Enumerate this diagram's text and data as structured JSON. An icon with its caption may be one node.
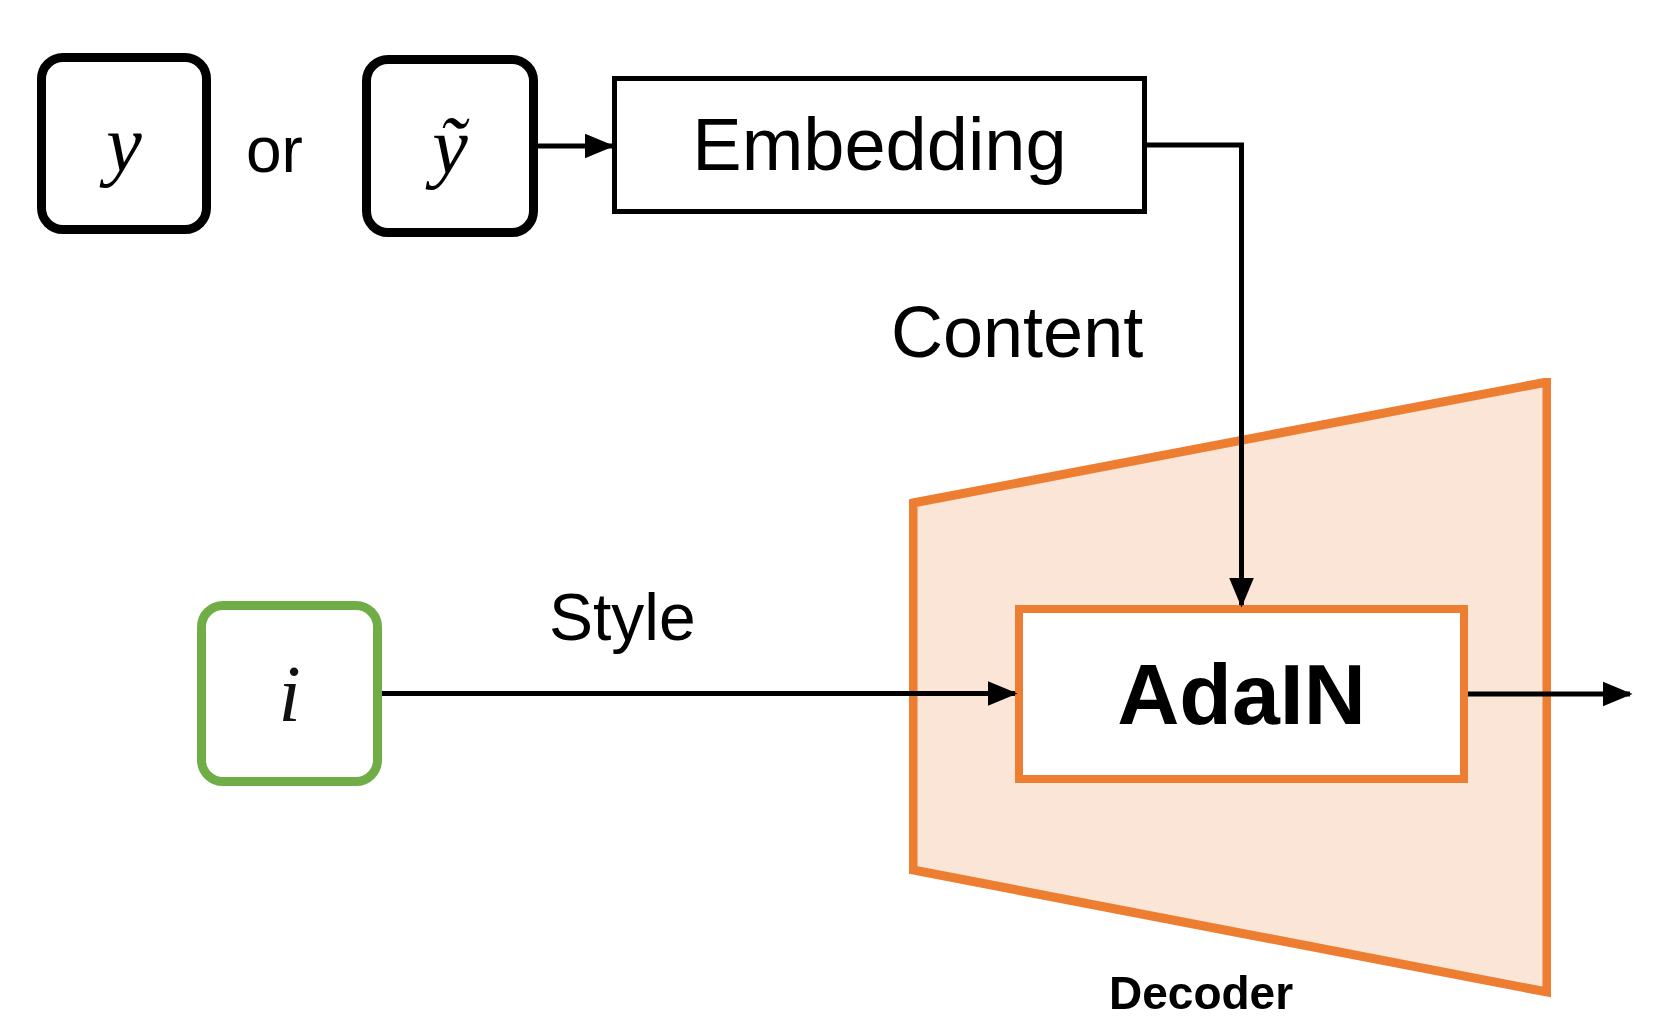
{
  "diagram": {
    "nodes": [
      {
        "text": [
          "y"
        ]
      },
      {
        "text": [
          "ỹ"
        ]
      },
      {
        "text": [
          "Embedding"
        ]
      },
      {
        "text": [
          "Decoder"
        ]
      },
      {
        "text": [
          "AdaIN"
        ],
        "in": 3
      },
      {
        "text": [
          "i"
        ]
      }
    ],
    "edges": [
      {
        "from": 1,
        "to": 2,
        "arrow": "to"
      },
      {
        "from": 2,
        "to": 4,
        "arrow": "to",
        "label": "Content"
      },
      {
        "from": 5,
        "to": 4,
        "arrow": "to",
        "label": "Style"
      },
      {
        "from": 4,
        "to": null,
        "arrow": "to"
      }
    ],
    "labels": [
      "or"
    ]
  }
}
